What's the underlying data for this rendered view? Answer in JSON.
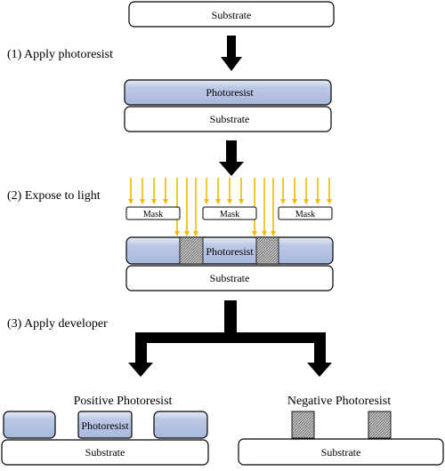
{
  "steps": {
    "step1": "(1) Apply photoresist",
    "step2": "(2) Expose to light",
    "step3": "(3) Apply developer"
  },
  "labels": {
    "substrate": "Substrate",
    "photoresist": "Photoresist",
    "mask": "Mask",
    "positive_title": "Positive Photoresist",
    "negative_title": "Negative Photoresist"
  },
  "colors": {
    "photoresist_fill": "#b9c6e4",
    "light_arrow": "#f5b800",
    "outline": "#000000"
  }
}
